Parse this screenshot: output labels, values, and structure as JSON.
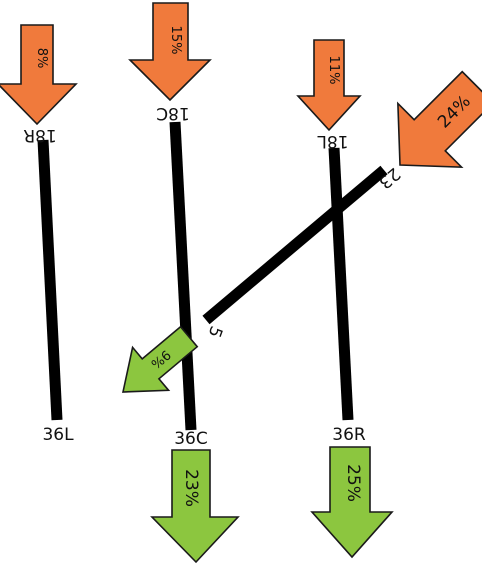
{
  "colors": {
    "arrival": "#F07A3C",
    "departure": "#8CC63F",
    "runway": "#000000"
  },
  "runways": [
    {
      "id": "18R-36L",
      "end_north": {
        "label": "18R",
        "arrival_pct": "8%"
      },
      "end_south": {
        "label": "36L"
      }
    },
    {
      "id": "18C-36C",
      "end_north": {
        "label": "18C",
        "arrival_pct": "15%"
      },
      "end_south": {
        "label": "36C",
        "departure_pct": "23%"
      }
    },
    {
      "id": "18L-36R",
      "end_north": {
        "label": "18L",
        "arrival_pct": "11%"
      },
      "end_south": {
        "label": "36R",
        "departure_pct": "25%"
      }
    },
    {
      "id": "5-23",
      "end_northeast": {
        "label": "23",
        "arrival_pct": "24%"
      },
      "end_southwest": {
        "label": "5",
        "departure_pct": "9%"
      }
    }
  ]
}
